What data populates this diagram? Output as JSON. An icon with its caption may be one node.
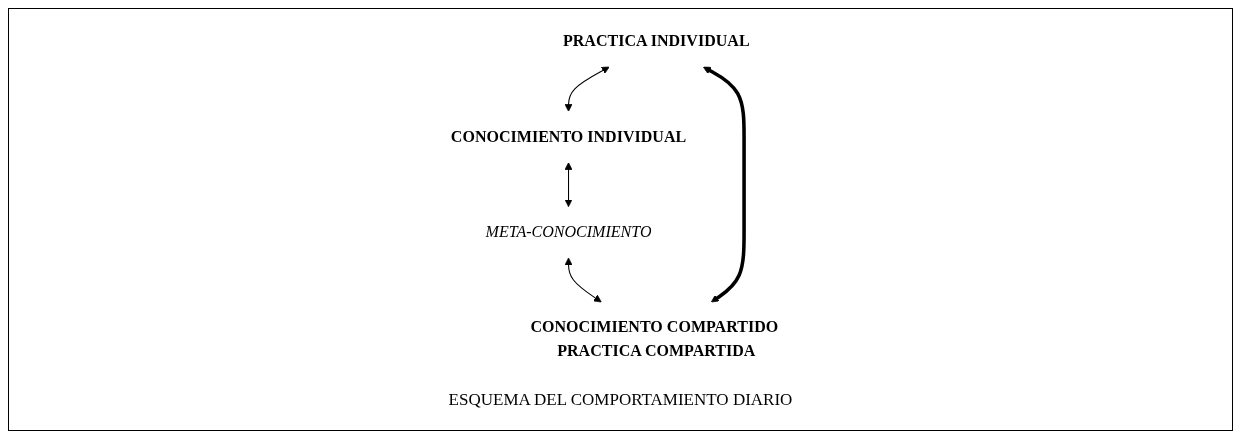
{
  "diagram": {
    "caption": "ESQUEMA DEL COMPORTAMIENTO DIARIO",
    "nodes": [
      {
        "text": [
          "PRACTICA INDIVIDUAL"
        ]
      },
      {
        "text": [
          "CONOCIMIENTO INDIVIDUAL"
        ]
      },
      {
        "text": [
          "META-CONOCIMIENTO"
        ]
      },
      {
        "text": [
          "CONOCIMIENTO COMPARTIDO PRACTICA COMPARTIDA"
        ]
      }
    ],
    "edges": [
      {
        "from": 0,
        "to": 1,
        "arrow": "both"
      },
      {
        "from": 1,
        "to": 2,
        "arrow": "both"
      },
      {
        "from": 2,
        "to": 3,
        "arrow": "both"
      },
      {
        "from": 0,
        "to": 3,
        "arrow": "both",
        "style": "thick"
      }
    ]
  }
}
